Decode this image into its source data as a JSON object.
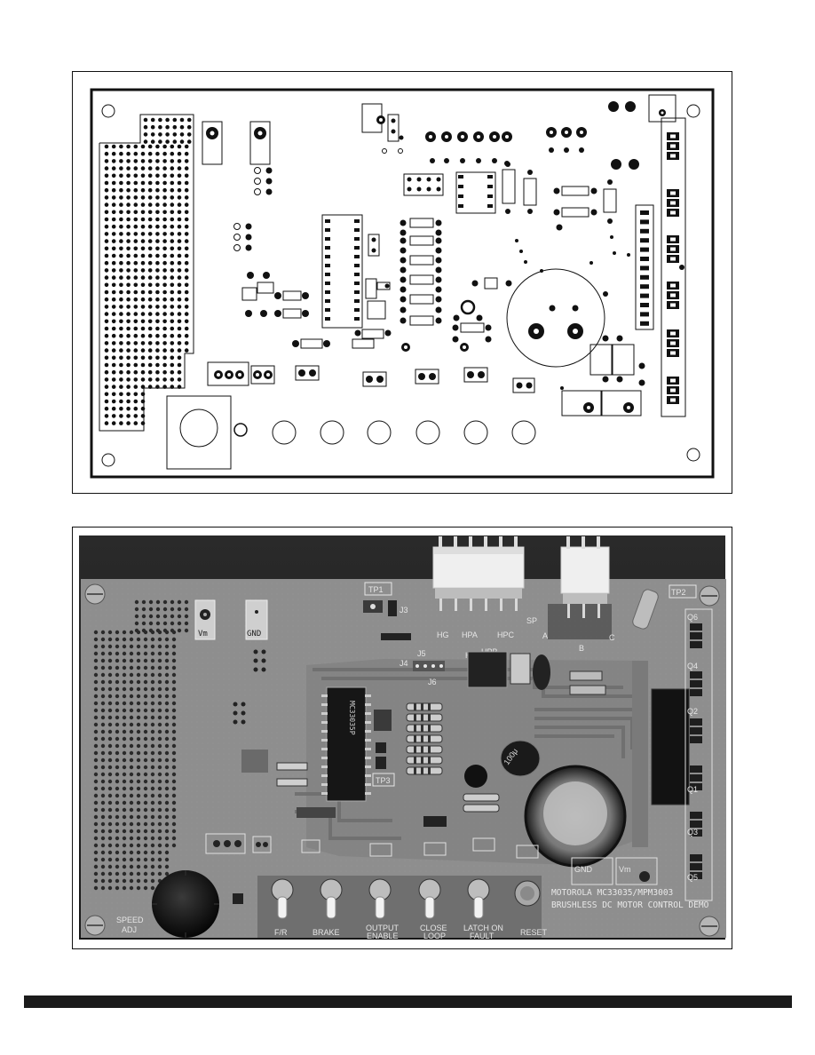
{
  "photo_labels": {
    "vm": "Vm",
    "gnd": "GND",
    "tp1": "TP1",
    "tp2": "TP2",
    "tp3": "TP3",
    "j3": "J3",
    "j4": "J4",
    "j5": "J5",
    "j6": "J6",
    "hg": "HG",
    "hpa": "HPA",
    "hpb": "HPB",
    "hpc": "HPC",
    "hp": "HP",
    "sp": "SP",
    "a": "A",
    "b": "B",
    "c": "C",
    "q1": "Q1",
    "q2": "Q2",
    "q3": "Q3",
    "q4": "Q4",
    "q5": "Q5",
    "q6": "Q6",
    "ic": "MC33035P",
    "gnd2": "GND",
    "vm2": "Vm",
    "brand_line1": "MOTOROLA  MC33035/MPM3003",
    "brand_line2": "BRUSHLESS  DC MOTOR  CONTROL DEMO",
    "speed_adj_1": "SPEED",
    "speed_adj_2": "ADJ",
    "sw_fr": "F/R",
    "sw_brake": "BRAKE",
    "sw_output_1": "OUTPUT",
    "sw_output_2": "ENABLE",
    "sw_close_1": "CLOSE",
    "sw_close_2": "LOOP",
    "sw_latch_1": "LATCH ON",
    "sw_latch_2": "FAULT",
    "sw_reset": "RESET"
  },
  "colors": {
    "board_photo": "#8f8f8f",
    "board_dark": "#1e1e1e",
    "ink": "#111111"
  }
}
